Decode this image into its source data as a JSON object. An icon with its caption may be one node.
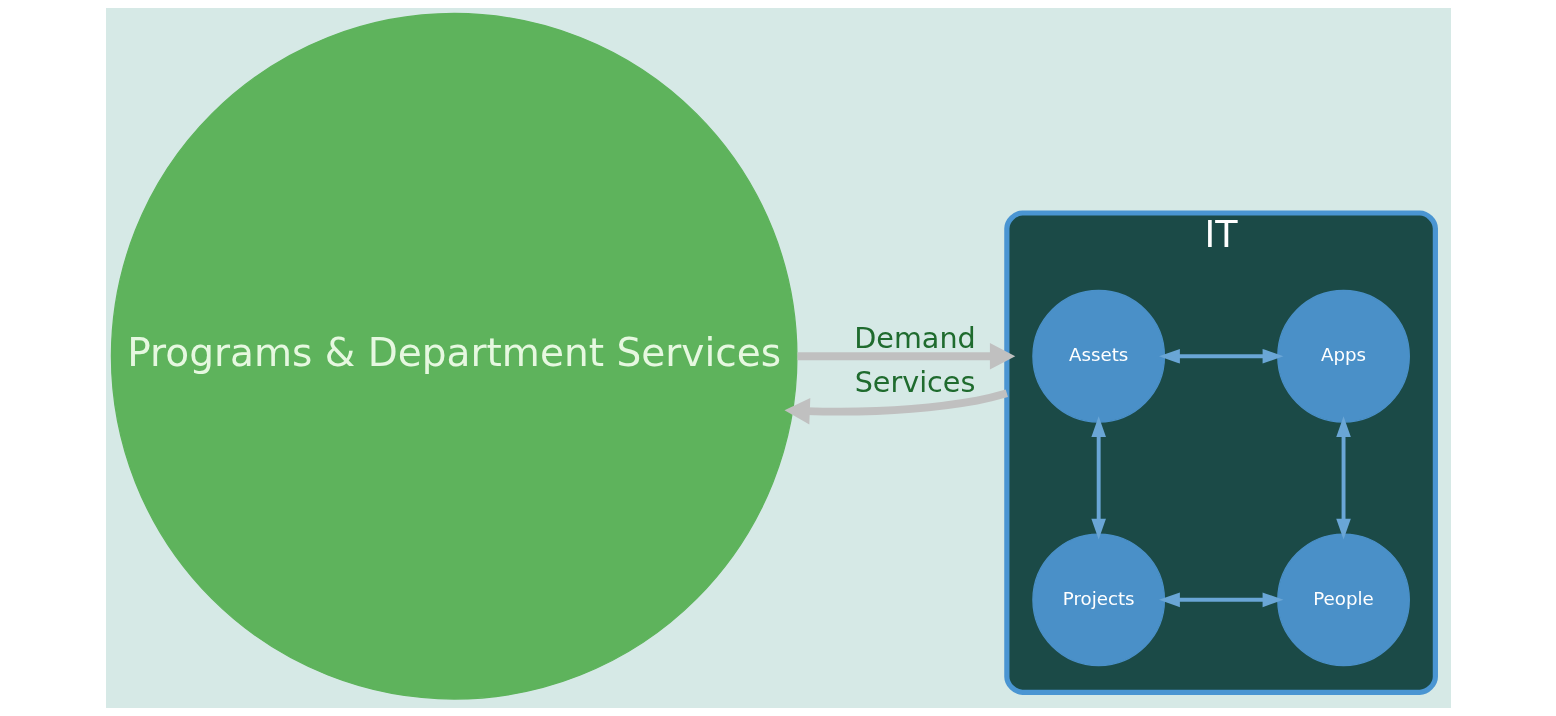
{
  "diagram": {
    "nodes": [
      {
        "text": [
          "Programs & Department Services"
        ]
      },
      {
        "text": [
          "IT"
        ]
      },
      {
        "text": [
          "Assets"
        ],
        "in": 1
      },
      {
        "text": [
          "Apps"
        ],
        "in": 1
      },
      {
        "text": [
          "Projects"
        ],
        "in": 1
      },
      {
        "text": [
          "People"
        ],
        "in": 1
      }
    ],
    "edges": [
      {
        "from": 0,
        "to": 1,
        "arrow": "to",
        "label": "Demand",
        "style": "thick",
        "color": "#c0c0c0"
      },
      {
        "from": 1,
        "to": 0,
        "arrow": "to",
        "label": "Services",
        "style": "thick",
        "color": "#c0c0c0"
      },
      {
        "from": 2,
        "to": 3,
        "arrow": "both"
      },
      {
        "from": 3,
        "to": 5,
        "arrow": "both"
      },
      {
        "from": 5,
        "to": 4,
        "arrow": "both"
      },
      {
        "from": 4,
        "to": 2,
        "arrow": "both"
      }
    ]
  }
}
